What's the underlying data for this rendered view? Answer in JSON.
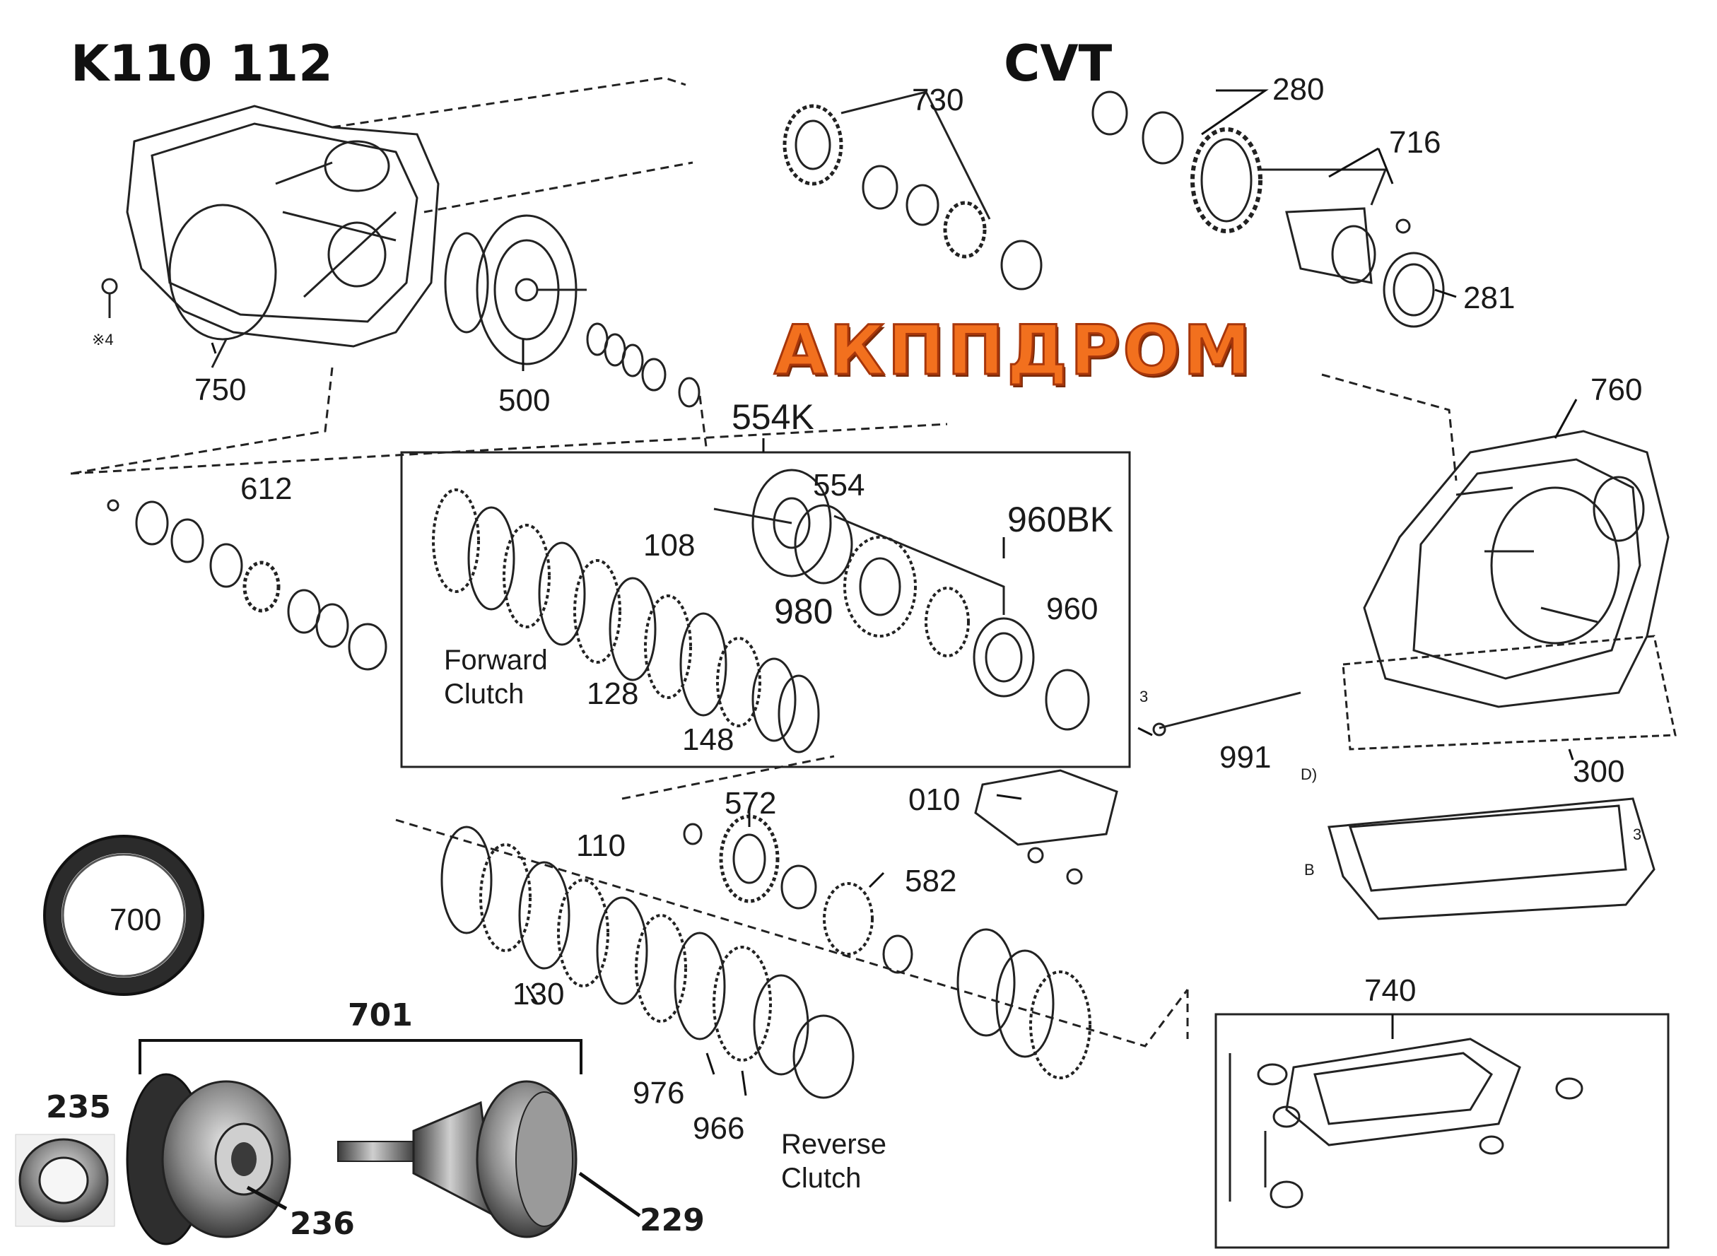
{
  "header": {
    "model_label": "K110  112",
    "type_label": "CVT",
    "watermark": "АКППДРОМ"
  },
  "colors": {
    "ink": "#1a1a1a",
    "brand_fill": "#f2701e",
    "brand_stroke": "#a8360a"
  },
  "parts": {
    "p730": "730",
    "p280": "280",
    "p716": "716",
    "p281": "281",
    "p750": "750",
    "p4": "※4",
    "p500": "500",
    "p760": "760",
    "p554k": "554K",
    "p554": "554",
    "p960bk": "960BK",
    "p108": "108",
    "p980": "980",
    "p960": "960",
    "p612": "612",
    "p128": "128",
    "p148": "148",
    "p3a": "3",
    "p991": "991",
    "p300": "300",
    "p010": "010",
    "p572": "572",
    "p582": "582",
    "p110": "110",
    "p700": "700",
    "p130": "130",
    "p701": "701",
    "p235": "235",
    "p976": "976",
    "p966": "966",
    "p740": "740",
    "p3b": "3",
    "p236": "236",
    "p229": "229",
    "pd": "D)",
    "pb": "B"
  },
  "groups": {
    "forward": "Forward\nClutch",
    "reverse": "Reverse\nClutch"
  }
}
